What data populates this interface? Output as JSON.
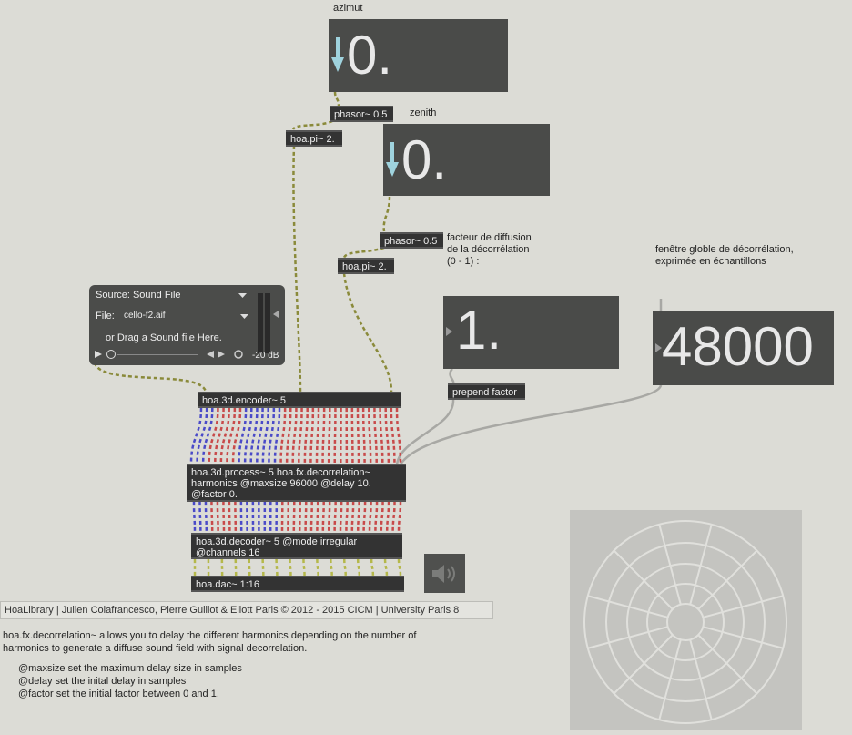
{
  "labels": {
    "azimut": "azimut",
    "zenith": "zenith",
    "diffusion": [
      "facteur de diffusion",
      "de la décorrélation",
      "(0 - 1) :"
    ],
    "window": [
      "fenêtre globle de décorrélation,",
      "exprimée en échantillons"
    ]
  },
  "numboxes": {
    "azimut_value": "0.",
    "zenith_value": "0.",
    "factor_value": "1.",
    "maxsize_value": "48000"
  },
  "objects": {
    "phasor1": "phasor~ 0.5",
    "hoapi1": "hoa.pi~ 2.",
    "phasor2": "phasor~ 0.5",
    "hoapi2": "hoa.pi~ 2.",
    "prepend": "prepend factor",
    "encoder": "hoa.3d.encoder~ 5",
    "process": [
      "hoa.3d.process~ 5 hoa.fx.decorrelation~",
      "harmonics @maxsize 96000 @delay 10.",
      "@factor 0."
    ],
    "decoder": [
      "hoa.3d.decoder~ 5 @mode irregular",
      "@channels 16"
    ],
    "dac": "hoa.dac~ 1:16"
  },
  "sfplay": {
    "source_label": "Source: Sound File",
    "file_label": "File:",
    "file_name": "cello-f2.aif",
    "drag_hint": "or Drag a Sound file Here.",
    "level": "-20 dB"
  },
  "credit": "HoaLibrary | Julien Colafrancesco, Pierre Guillot & Eliott Paris © 2012 - 2015 CICM | University Paris 8",
  "description": [
    "hoa.fx.decorrelation~ allows you to delay the different harmonics depending on the number of",
    "harmonics to generate a diffuse sound field with signal decorrelation."
  ],
  "attributes": [
    "@maxsize set the maximum delay size in samples",
    "@delay set the inital delay in samples",
    "@factor set the initial factor between 0 and 1."
  ],
  "colors": {
    "background": "#dcdcd6",
    "numbox": "#4a4b49",
    "object": "#333333",
    "patch_signal": "#b5b84a",
    "patch_harmonic_blue": "#4a4ac8",
    "patch_harmonic_red": "#c84a4a",
    "triangle": "#9fd3de"
  }
}
